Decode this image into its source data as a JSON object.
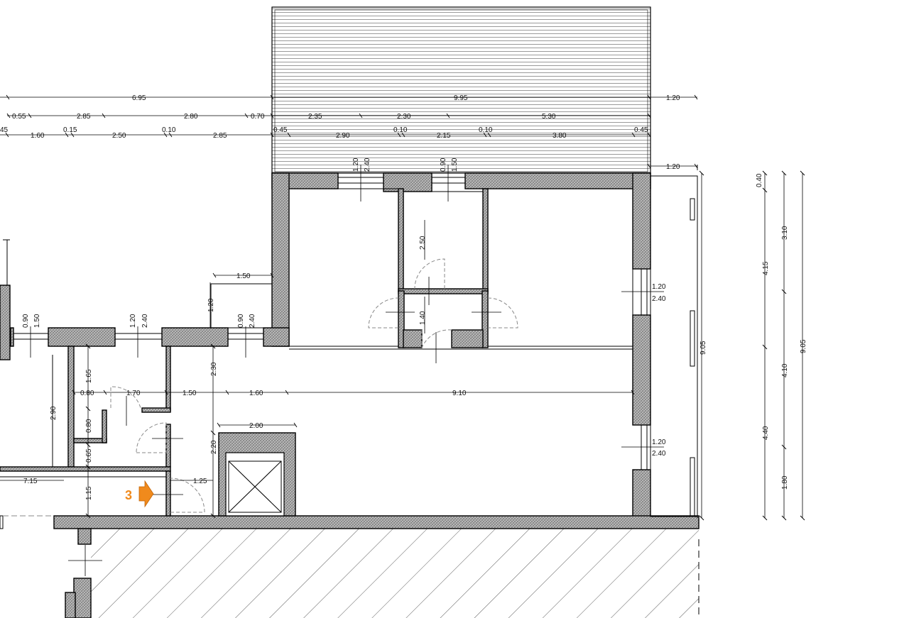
{
  "top_row1": [
    {
      "label": "6.95"
    },
    {
      "label": "9.95"
    },
    {
      "label": "1.20"
    }
  ],
  "top_row2": [
    {
      "label": "0.55"
    },
    {
      "label": "2.85"
    },
    {
      "label": "2.80"
    },
    {
      "label": "0.70"
    },
    {
      "label": "2.35"
    },
    {
      "label": "2.30"
    },
    {
      "label": "5.30"
    }
  ],
  "top_row3": [
    {
      "label": "45"
    },
    {
      "label": "1.60"
    },
    {
      "label": "0.15"
    },
    {
      "label": "2.50"
    },
    {
      "label": "0.10"
    },
    {
      "label": "2.85"
    },
    {
      "label": "0.45"
    },
    {
      "label": "2.90"
    },
    {
      "label": "0.10"
    },
    {
      "label": "2.15"
    },
    {
      "label": "0.10"
    },
    {
      "label": "3.80"
    },
    {
      "label": "0.45"
    }
  ],
  "right_dims": [
    {
      "label": "1.20"
    },
    {
      "label": "9.05"
    }
  ],
  "side_columns": [
    {
      "label": "0.40"
    },
    {
      "label": "4.15"
    },
    {
      "label": "4.40"
    },
    {
      "label": "3.10"
    },
    {
      "label": "4.10"
    },
    {
      "label": "1.80"
    },
    {
      "label": "9.05"
    }
  ],
  "window_labels": [
    {
      "a": "1.20",
      "b": "2.40"
    },
    {
      "a": "0.90",
      "b": "1.50"
    },
    {
      "a": "0.90",
      "b": "1.50"
    },
    {
      "a": "1.20",
      "b": "2.40"
    },
    {
      "a": "0.90",
      "b": "2.40"
    },
    {
      "a": "1.20",
      "b": "2.40"
    },
    {
      "a": "1.20",
      "b": "2.40"
    }
  ],
  "interior_dims": [
    {
      "label": "2.50"
    },
    {
      "label": "1.40"
    },
    {
      "label": "1.50"
    },
    {
      "label": "1.20"
    },
    {
      "label": "2.30"
    },
    {
      "label": "2.20"
    },
    {
      "label": "1.65"
    },
    {
      "label": "0.80"
    },
    {
      "label": "0.65"
    },
    {
      "label": "1.15"
    },
    {
      "label": "2.90"
    },
    {
      "label": "1.25"
    },
    {
      "label": "2.00"
    },
    {
      "label": "7.15"
    }
  ],
  "horizontal_interior": [
    {
      "label": "0.80"
    },
    {
      "label": "1.70"
    },
    {
      "label": "1.50"
    },
    {
      "label": "1.60"
    },
    {
      "label": "9.10"
    }
  ],
  "marker": {
    "number": "3",
    "color": "#f08a1c"
  },
  "colors": {
    "wall_fill": "#b0b0b0",
    "line": "#000000",
    "door_arc": "#888888",
    "accent": "#f08a1c"
  }
}
